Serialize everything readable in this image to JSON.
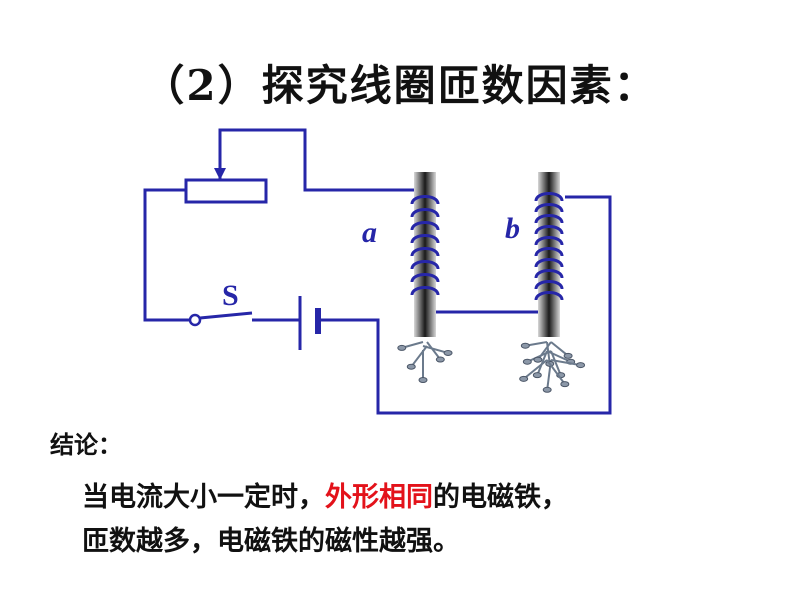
{
  "title": "（2）探究线圈匝数因素：",
  "diagram": {
    "coil_a_label": "a",
    "coil_b_label": "b",
    "switch_label": "S",
    "wire_color": "#2626a8"
  },
  "conclusion": {
    "label": "结论：",
    "line1_part1": "当电流大小一定时，",
    "line1_highlight": "外形相同",
    "line1_part2": "的电磁铁，",
    "line2": "匝数越多，电磁铁的磁性越强。",
    "highlight_color": "#e3121a"
  }
}
